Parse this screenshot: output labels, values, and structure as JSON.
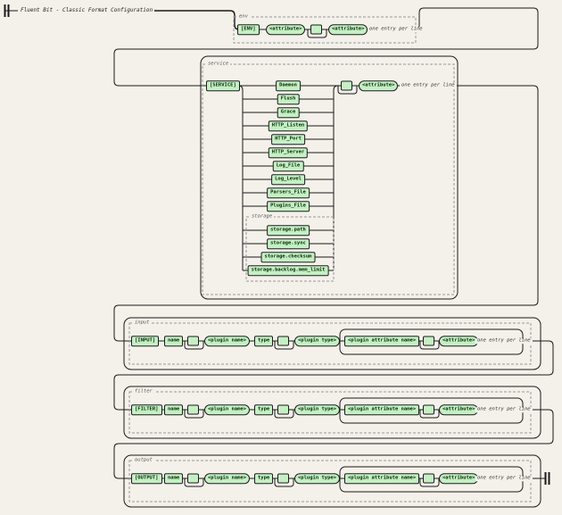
{
  "title": "Fluent Bit - Classic Format Configuration",
  "annotations": {
    "one_entry_per_line": "one entry per line"
  },
  "colors": {
    "background": "#f4f0ea",
    "box_fill": "#c4f0c4",
    "box_border": "#1d1d1d",
    "wire": "#1a1a1a",
    "dashed_frame": "#999999"
  },
  "sections": {
    "env": {
      "label": "env",
      "keyword": "[ENV]",
      "attribute1": "<attribute>",
      "attribute2": "<attribute>"
    },
    "service": {
      "label": "service",
      "keyword": "[SERVICE]",
      "options": [
        "Daemon",
        "Flush",
        "Grace",
        "HTTP_Listen",
        "HTTP_Port",
        "HTTP_Server",
        "Log_File",
        "Log_Level",
        "Parsers_File",
        "Plugins_File"
      ],
      "storage": {
        "label": "storage",
        "options": [
          "storage.path",
          "storage.sync",
          "storage.checksum",
          "storage.backlog.mem_limit"
        ]
      },
      "attribute": "<attribute>"
    },
    "input": {
      "label": "input",
      "keyword": "[INPUT]",
      "name": "name",
      "plugin_name": "<plugin name>",
      "type": "type",
      "plugin_type": "<plugin type>",
      "plugin_attribute_name": "<plugin attribute name>",
      "attribute": "<attribute>"
    },
    "filter": {
      "label": "filter",
      "keyword": "[FILTER]",
      "name": "name",
      "plugin_name": "<plugin name>",
      "type": "type",
      "plugin_type": "<plugin type>",
      "plugin_attribute_name": "<plugin attribute name>",
      "attribute": "<attribute>"
    },
    "output": {
      "label": "output",
      "keyword": "[OUTPUT]",
      "name": "name",
      "plugin_name": "<plugin name>",
      "type": "type",
      "plugin_type": "<plugin type>",
      "plugin_attribute_name": "<plugin attribute name>",
      "attribute": "<attribute>"
    }
  }
}
